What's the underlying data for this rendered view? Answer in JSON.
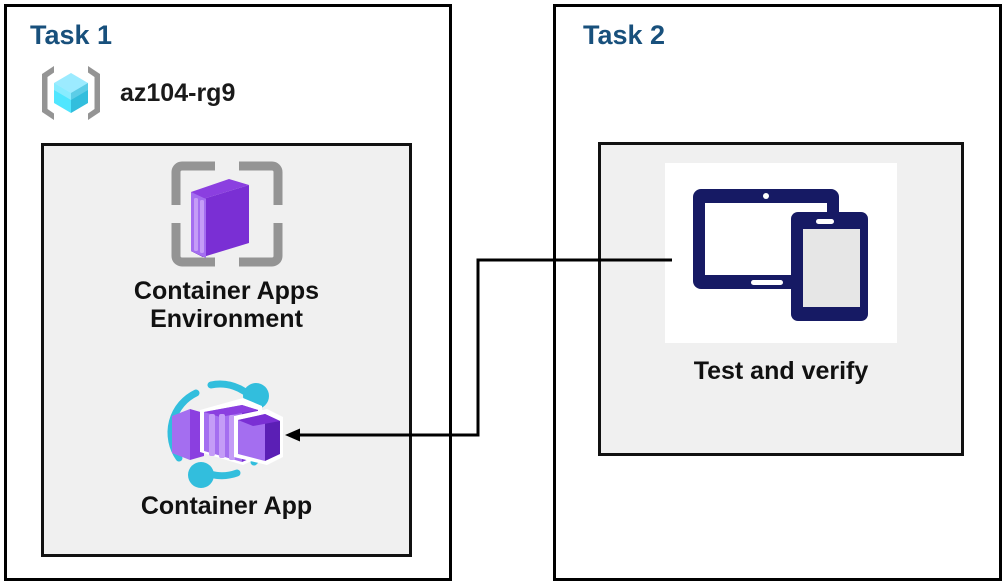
{
  "diagram": {
    "title_color": "#18507c",
    "panels": [
      {
        "id": "task1",
        "title": "Task 1",
        "resource_group": {
          "icon": "resource-group-cube-icon",
          "label": "az104-rg9"
        },
        "nodes": [
          {
            "id": "container-apps-environment",
            "icon": "container-apps-environment-icon",
            "caption": "Container Apps\nEnvironment"
          },
          {
            "id": "container-app",
            "icon": "container-app-icon",
            "caption": "Container App"
          }
        ]
      },
      {
        "id": "task2",
        "title": "Task 2",
        "nodes": [
          {
            "id": "test-and-verify",
            "icon": "devices-tablet-phone-icon",
            "caption": "Test and verify"
          }
        ]
      }
    ],
    "connector": {
      "from": "test-and-verify",
      "to": "container-app",
      "arrow_head": "left",
      "color": "#000000"
    },
    "colors": {
      "panel_border": "#000000",
      "inner_fill": "#f0f0f0",
      "inner_border": "#111111",
      "title": "#18507c",
      "caption": "#111111",
      "azure_purple": "#7a2fd4",
      "azure_purple_light": "#9a5cf0",
      "azure_cyan": "#32bedd",
      "azure_cube_light": "#9cebff",
      "bracket_gray": "#949494",
      "device_navy": "#161a64"
    }
  }
}
